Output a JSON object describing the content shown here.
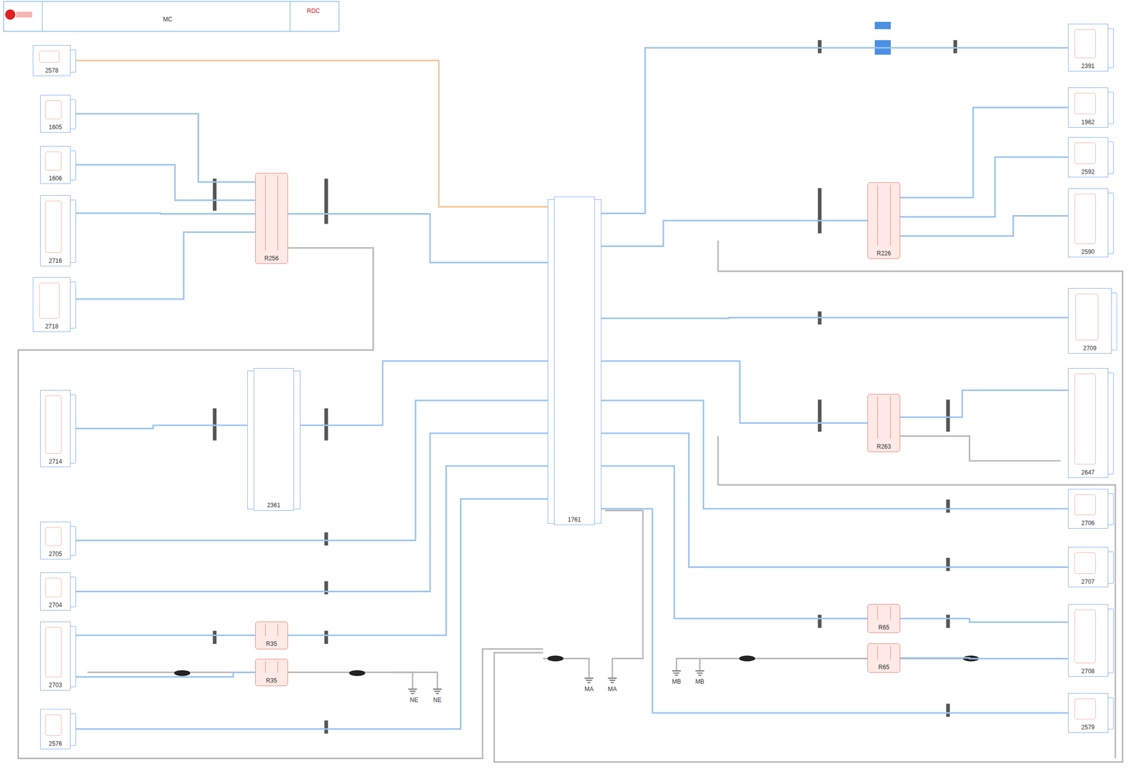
{
  "diagram": {
    "nodes": [
      {
        "text": [
          "1761"
        ]
      },
      {
        "text": [
          "1605"
        ]
      },
      {
        "text": [
          "1606"
        ]
      },
      {
        "text": [
          "2716"
        ]
      },
      {
        "text": [
          "2718"
        ]
      },
      {
        "text": [
          "2714"
        ]
      },
      {
        "text": [
          "2705"
        ]
      },
      {
        "text": [
          "2704"
        ]
      },
      {
        "text": [
          "2703"
        ]
      },
      {
        "text": [
          "2576"
        ]
      },
      {
        "text": [
          "R256"
        ]
      },
      {
        "text": [
          "2361"
        ]
      },
      {
        "text": [
          "R35"
        ]
      },
      {
        "text": [
          "R35"
        ]
      },
      {
        "text": [
          "2391"
        ]
      },
      {
        "text": [
          "1962"
        ]
      },
      {
        "text": [
          "2592"
        ]
      },
      {
        "text": [
          "2590"
        ]
      },
      {
        "text": [
          "2709"
        ]
      },
      {
        "text": [
          "2647"
        ]
      },
      {
        "text": [
          "2706"
        ]
      },
      {
        "text": [
          "2707"
        ]
      },
      {
        "text": [
          "2708"
        ]
      },
      {
        "text": [
          "2579"
        ]
      },
      {
        "text": [
          "R226"
        ]
      },
      {
        "text": [
          "R263"
        ]
      },
      {
        "text": [
          "R65"
        ]
      },
      {
        "text": [
          "R65"
        ]
      },
      {
        "text": [
          "2578"
        ]
      }
    ],
    "edges": [
      {
        "from": 1,
        "to": 10,
        "arrow": "none"
      },
      {
        "from": 2,
        "to": 10,
        "arrow": "none"
      },
      {
        "from": 3,
        "to": 10,
        "arrow": "none"
      },
      {
        "from": 4,
        "to": 10,
        "arrow": "none"
      },
      {
        "from": 10,
        "to": 0,
        "arrow": "none"
      },
      {
        "from": 28,
        "to": 0,
        "arrow": "none"
      },
      {
        "from": 5,
        "to": 11,
        "arrow": "none"
      },
      {
        "from": 11,
        "to": 0,
        "arrow": "none"
      },
      {
        "from": 6,
        "to": 0,
        "arrow": "none"
      },
      {
        "from": 7,
        "to": 0,
        "arrow": "none"
      },
      {
        "from": 8,
        "to": 12,
        "arrow": "none"
      },
      {
        "from": 12,
        "to": 0,
        "arrow": "none"
      },
      {
        "from": 9,
        "to": 0,
        "arrow": "none"
      },
      {
        "from": 8,
        "to": 13,
        "arrow": "none"
      },
      {
        "from": 0,
        "to": 14,
        "arrow": "none"
      },
      {
        "from": 0,
        "to": 24,
        "arrow": "none"
      },
      {
        "from": 24,
        "to": 15,
        "arrow": "none"
      },
      {
        "from": 24,
        "to": 16,
        "arrow": "none"
      },
      {
        "from": 24,
        "to": 17,
        "arrow": "none"
      },
      {
        "from": 0,
        "to": 18,
        "arrow": "none"
      },
      {
        "from": 0,
        "to": 25,
        "arrow": "none"
      },
      {
        "from": 25,
        "to": 19,
        "arrow": "none"
      },
      {
        "from": 0,
        "to": 20,
        "arrow": "none"
      },
      {
        "from": 0,
        "to": 21,
        "arrow": "none"
      },
      {
        "from": 0,
        "to": 26,
        "arrow": "none"
      },
      {
        "from": 26,
        "to": 22,
        "arrow": "none"
      },
      {
        "from": 27,
        "to": 22,
        "arrow": "none"
      },
      {
        "from": 0,
        "to": 23,
        "arrow": "none"
      }
    ],
    "labels": [
      "MC",
      "RDC",
      "NE",
      "NE",
      "MA",
      "MA",
      "MB",
      "MB"
    ]
  }
}
